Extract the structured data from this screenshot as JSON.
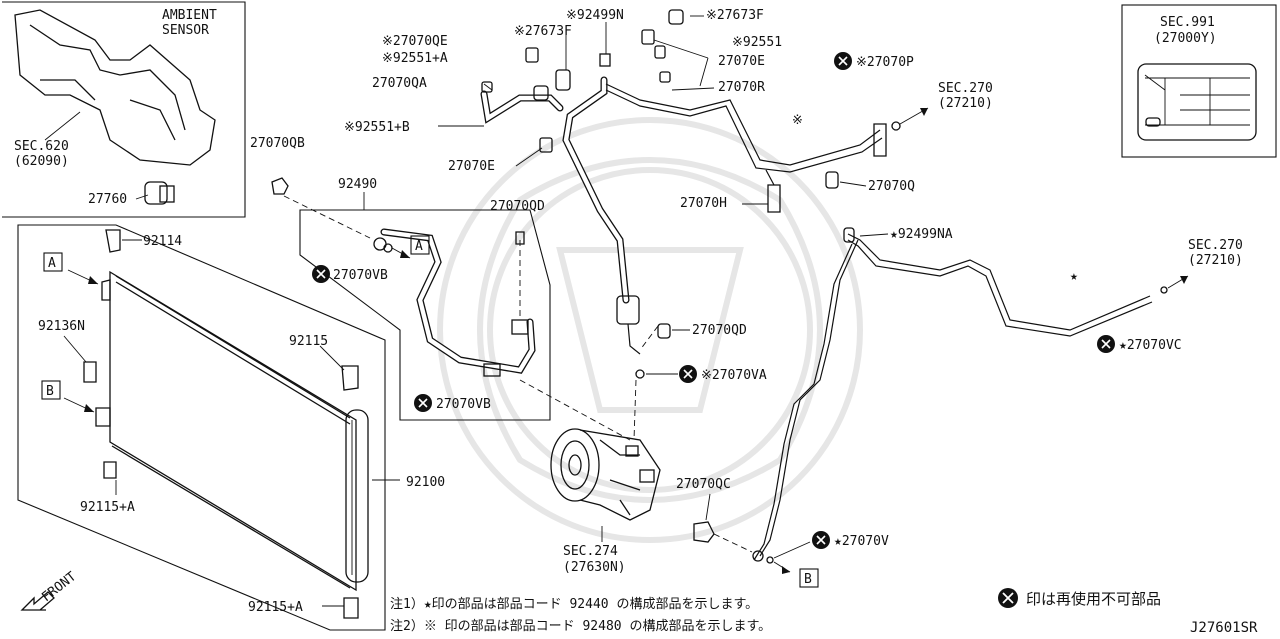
{
  "diagram_code": "J27601SR",
  "inset_ambient": {
    "title_line1": "AMBIENT",
    "title_line2": "SENSOR",
    "sec_line1": "SEC.620",
    "sec_line2": "(62090)",
    "part": "27760"
  },
  "inset_sec991": {
    "line1": "SEC.991",
    "line2": "(27000Y)"
  },
  "sec270_upper": {
    "line1": "SEC.270",
    "line2": "(27210)"
  },
  "sec270_lower": {
    "line1": "SEC.270",
    "line2": "(27210)"
  },
  "sec274": {
    "line1": "SEC.274",
    "line2": "(27630N)"
  },
  "labels": {
    "p_92114": "92114",
    "p_92136N": "92136N",
    "p_92115": "92115",
    "p_92115A_left": "92115+A",
    "p_92115A_bottom": "92115+A",
    "p_92100": "92100",
    "p_27070QB": "27070QB",
    "p_92490": "92490",
    "p_27070VB_top": "27070VB",
    "p_27070VB_bottom": "27070VB",
    "p_27070QD_top": "27070QD",
    "p_27070QD_mid": "27070QD",
    "p_27070QE": "※27070QE",
    "p_92551A": "※92551+A",
    "p_27070QA": "27070QA",
    "p_92551B": "※92551+B",
    "p_27070E_left": "27070E",
    "p_27673F_left": "※27673F",
    "p_92499N": "※92499N",
    "p_27673F_right": "※27673F",
    "p_92551": "※92551",
    "p_27070E_right": "27070E",
    "p_27070R": "27070R",
    "p_27070P": "※27070P",
    "p_star_mark": "※",
    "p_27070Q": "27070Q",
    "p_27070H": "27070H",
    "p_92499NA": "★92499NA",
    "p_star_pipe": "★",
    "p_27070VC": "★27070VC",
    "p_27070VA": "※27070VA",
    "p_27070QC": "27070QC",
    "p_27070V": "★27070V",
    "marker_A": "A",
    "marker_B": "B",
    "front": "FRONT"
  },
  "notes": {
    "note1": "注1）★印の部品は部品コード 92440 の構成部品を示します。",
    "note2": "注2）※ 印の部品は部品コード 92480 の構成部品を示します。",
    "legend": "印は再使用不可部品"
  }
}
